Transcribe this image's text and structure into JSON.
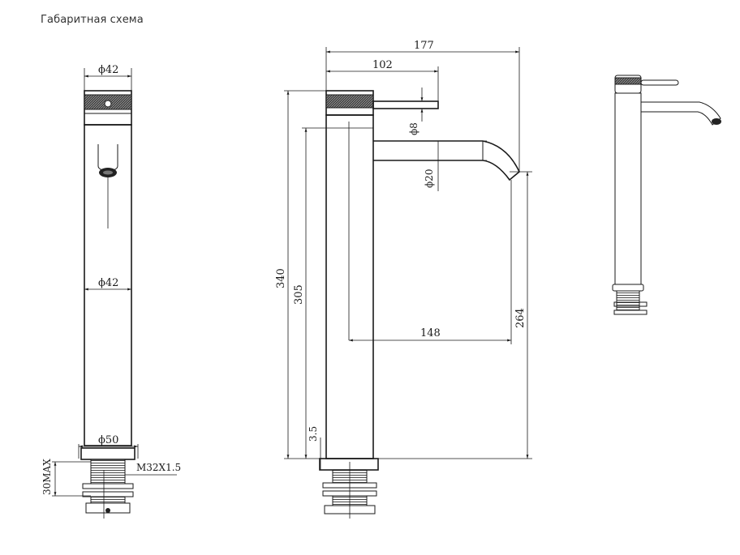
{
  "page": {
    "title": "Габаритная схема"
  },
  "front_view": {
    "dim_top_diameter": "ϕ42",
    "dim_body_diameter": "ϕ42",
    "dim_base_diameter": "ϕ50",
    "dim_thread": "M32X1.5",
    "dim_max_thickness": "30MAX"
  },
  "side_view": {
    "dim_total_reach": "177",
    "dim_handle_reach": "102",
    "dim_handle_diameter": "ϕ8",
    "dim_spout_diameter": "ϕ20",
    "dim_total_height": "340",
    "dim_spout_height": "305",
    "dim_spout_projection": "148",
    "dim_outlet_height": "264",
    "dim_base_offset": "3.5"
  }
}
